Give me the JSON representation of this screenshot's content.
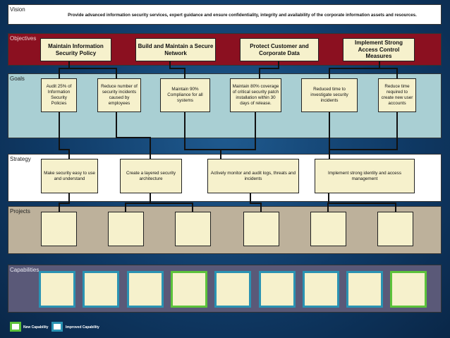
{
  "vision": {
    "label": "Vision",
    "text": "Provide advanced information security services, expert guidance and ensure confidentiality, integrity and availability of the corporate information assets and resources."
  },
  "objectives": {
    "label": "Objectives",
    "items": [
      "Maintain Information Security Policy",
      "Build and Maintain a Secure Network",
      "Protect Customer and Corporate Data",
      "Implement Strong Access Control Measures"
    ]
  },
  "goals": {
    "label": "Goals",
    "items": [
      "Audit 25% of Information Security Policies",
      "Reduce number of security incidents caused by employees",
      "Maintain 90% Compliance for all systems",
      "Maintain 80% coverage of critical security patch installation within 30 days of release.",
      "Reduced time to investigate security incidents",
      "Reduce time required to create new user accounts"
    ]
  },
  "strategy": {
    "label": "Strategy",
    "items": [
      "Make security easy to use and understand",
      "Create a layered security architecture",
      "Actively monitor and audit logs, threats and incidents",
      "Implement strong identity and access management"
    ]
  },
  "projects": {
    "label": "Projects"
  },
  "capabilities": {
    "label": "Capabilities",
    "kinds": [
      "improved",
      "improved",
      "improved",
      "new",
      "improved",
      "improved",
      "improved",
      "improved",
      "new"
    ]
  },
  "legend": {
    "new": "New Capability",
    "improved": "Improved Capability"
  },
  "colors": {
    "objectives_bg": "#8b1020",
    "goals_bg": "#a9cfd3",
    "projects_bg": "#bdb19b",
    "capabilities_bg": "#5a5978",
    "box_fill": "#f6f1cc",
    "new_border": "#5cc23a",
    "improved_border": "#2a93b3"
  }
}
